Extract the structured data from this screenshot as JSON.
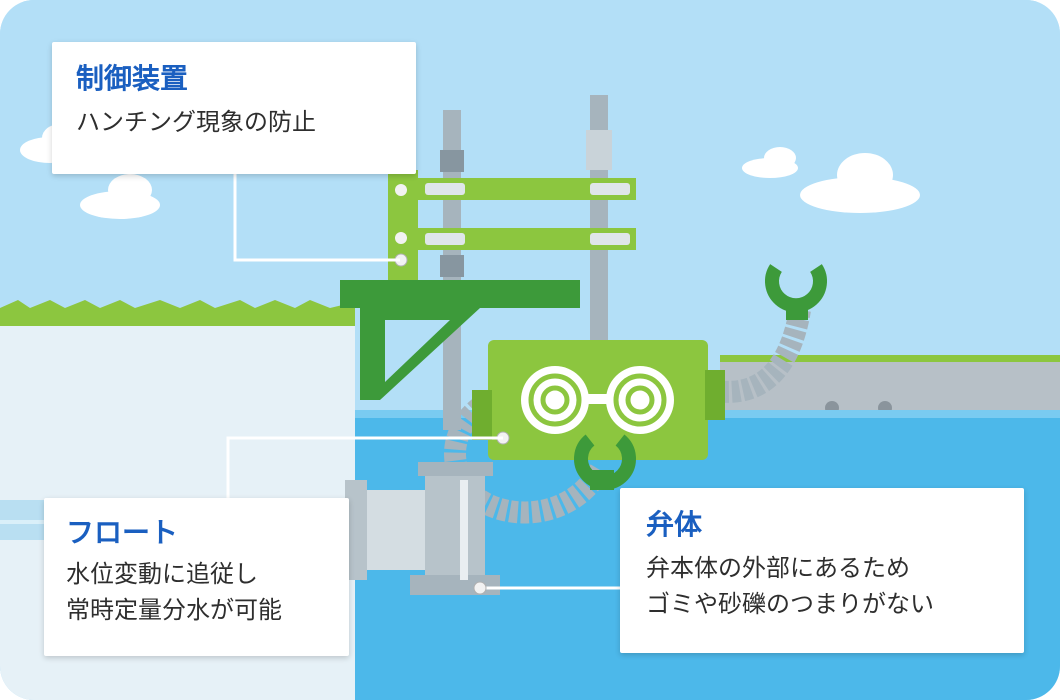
{
  "callouts": {
    "control": {
      "title": "制御装置",
      "body": "ハンチング現象の防止"
    },
    "float": {
      "title": "フロート",
      "lines": [
        "水位変動に追従し",
        "常時定量分水が可能"
      ]
    },
    "valve": {
      "title": "弁体",
      "lines": [
        "弁本体の外部にあるため",
        "ゴミや砂礫のつまりがない"
      ]
    }
  },
  "colors": {
    "sky": "#b3dff7",
    "water": "#4cb8ea",
    "ground": "#e6f1f7",
    "grass": "#8cc63f",
    "machine_green": "#8cc63f",
    "dark_green": "#3d9a3a",
    "title_blue": "#1a5fc0"
  }
}
